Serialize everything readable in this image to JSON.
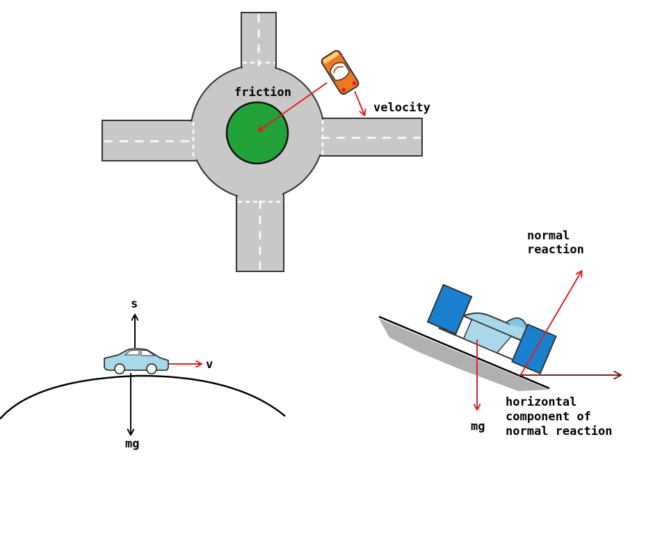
{
  "labels": {
    "friction": "friction",
    "velocity": "velocity",
    "s": "s",
    "v": "v",
    "mg_hill": "mg",
    "normal_reaction_1": "normal",
    "normal_reaction_2": "reaction",
    "mg_bank": "mg",
    "horizontal_1": "horizontal",
    "horizontal_2": "component of",
    "horizontal_3": "normal reaction"
  },
  "colors": {
    "road": "#c8c8c8",
    "island": "#22a33a",
    "force_arrow": "#e02020",
    "horizontal_arrow": "#8b1a1a",
    "car_orange": "#f07820",
    "car_light_blue": "#a8d8ea",
    "car_dark_blue": "#1a80d0"
  }
}
